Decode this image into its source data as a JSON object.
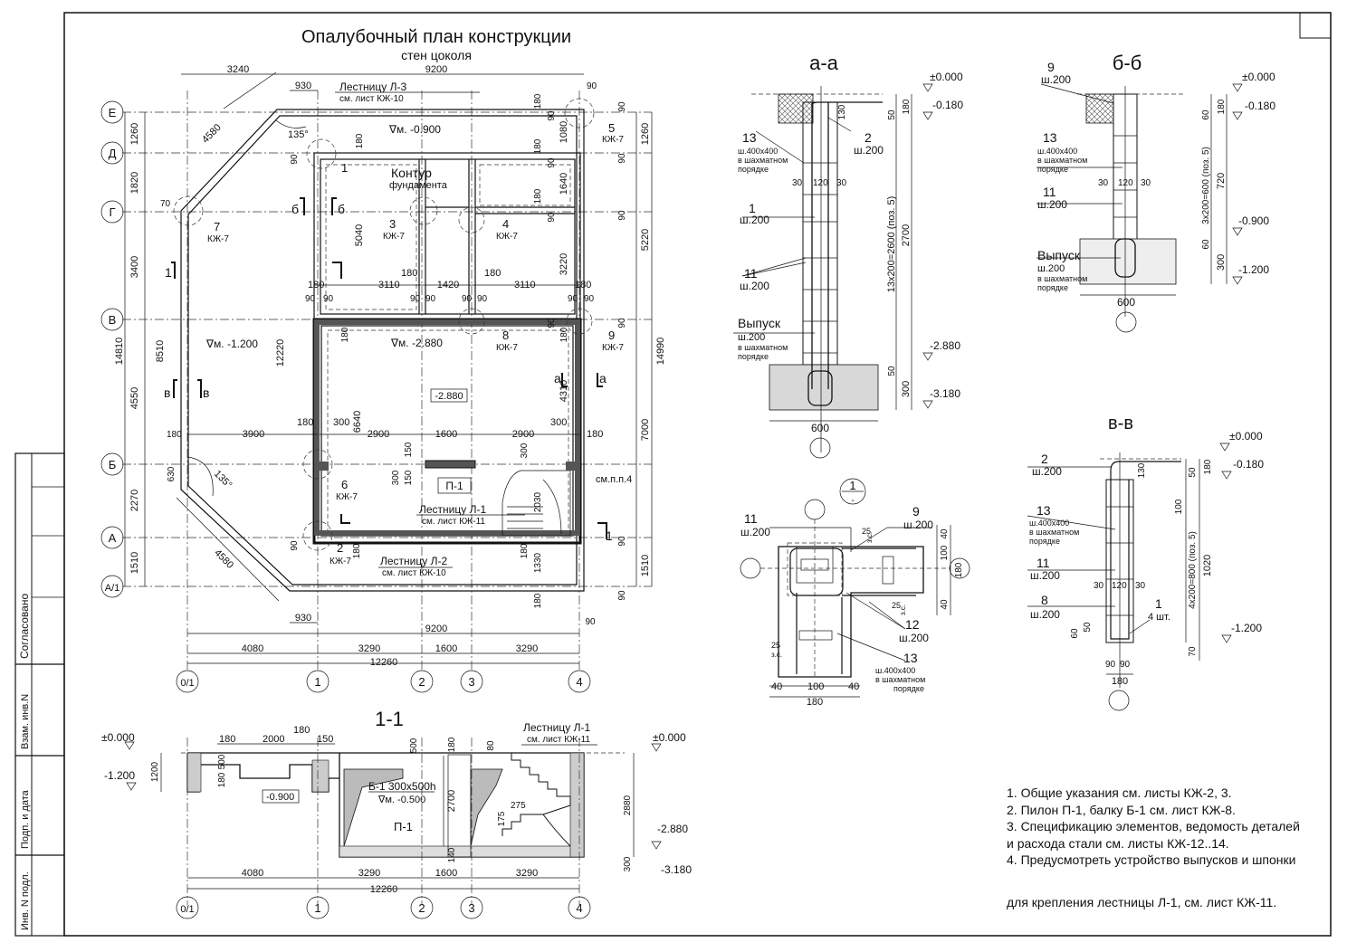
{
  "title": "Опалубочный план конструкции",
  "subtitle": "стен цоколя",
  "side_stamp": [
    "Согласовано",
    "Взам. инв.N",
    "Подп. и дата",
    "Инв. N подл."
  ],
  "sections": {
    "aa": "а-а",
    "bb": "б-б",
    "vv": "в-в",
    "s11": "1-1",
    "node": "1",
    "node_sub": "-"
  },
  "axes_rows": [
    "Е",
    "Д",
    "Г",
    "В",
    "Б",
    "А",
    "А/1"
  ],
  "axes_cols": [
    "0/1",
    "1",
    "2",
    "3",
    "4"
  ],
  "plan": {
    "dims_top": [
      "3240",
      "930",
      "9200"
    ],
    "dims_bottom": [
      "930",
      "9200",
      "4080",
      "3290",
      "1600",
      "3290",
      "12260",
      "90"
    ],
    "dims_left": [
      "1260",
      "1820",
      "3400",
      "14810",
      "8510",
      "4550",
      "2270",
      "1510",
      "70",
      "630",
      "180"
    ],
    "dims_right": [
      "1260",
      "5220",
      "14990",
      "7000",
      "1510",
      "90",
      "90",
      "90",
      "90",
      "90",
      "90",
      "90"
    ],
    "inner_dims": [
      "180",
      "3110",
      "1420",
      "3110",
      "180",
      "180",
      "90",
      "90",
      "90",
      "90",
      "90",
      "90",
      "90",
      "90",
      "3220",
      "5040",
      "1640",
      "1080",
      "180",
      "180",
      "12220",
      "6640",
      "4310",
      "3900",
      "2900",
      "1600",
      "2900",
      "300",
      "300",
      "180",
      "180",
      "150",
      "300",
      "150",
      "2030",
      "1330",
      "180",
      "180",
      "180",
      "180",
      "180",
      "180",
      "180",
      "180",
      "90",
      "90",
      "90",
      "90",
      "90",
      "90"
    ],
    "notes": [
      "Лестницу Л-3",
      "см. лист КЖ-10",
      "Лестницу Л-1",
      "см. лист КЖ-11",
      "Лестницу Л-2",
      "см. лист КЖ-10",
      "см.п.п.4",
      "Контур",
      "фундамента",
      "П-1"
    ],
    "levels": [
      "∇м. -0.900",
      "∇м. -2.880",
      "∇м. -1.200",
      "-2.880"
    ],
    "angles": [
      "135°",
      "135°"
    ],
    "diag_dims": [
      "4580",
      "4580"
    ],
    "marks": [
      {
        "n": "1",
        "ref": ""
      },
      {
        "n": "2",
        "ref": "КЖ-7"
      },
      {
        "n": "3",
        "ref": "КЖ-7"
      },
      {
        "n": "4",
        "ref": "КЖ-7"
      },
      {
        "n": "5",
        "ref": "КЖ-7"
      },
      {
        "n": "6",
        "ref": "КЖ-7"
      },
      {
        "n": "7",
        "ref": "КЖ-7"
      },
      {
        "n": "8",
        "ref": "КЖ-7"
      },
      {
        "n": "9",
        "ref": "КЖ-7"
      }
    ],
    "cut_marks": [
      "б",
      "б",
      "1",
      "1",
      "в",
      "в",
      "а",
      "а"
    ]
  },
  "section_aa": {
    "labels": [
      {
        "n": "13",
        "t": "ш.400х400"
      },
      {
        "n": "",
        "t": "в шахматном"
      },
      {
        "n": "",
        "t": "порядке"
      },
      {
        "n": "1",
        "t": "ш.200"
      },
      {
        "n": "11",
        "t": "ш.200"
      },
      {
        "n": "Выпуск",
        "t": "ш.200"
      },
      {
        "n": "",
        "t": "в шахматном"
      },
      {
        "n": "",
        "t": "порядке"
      },
      {
        "n": "2",
        "t": "ш.200"
      }
    ],
    "dims": [
      "30",
      "120",
      "30",
      "130",
      "50",
      "180",
      "2700",
      "13х200=2600 (поз. 5)",
      "50",
      "300",
      "600"
    ],
    "levels": [
      "±0.000",
      "-0.180",
      "-2.880",
      "-3.180"
    ]
  },
  "section_bb": {
    "labels": [
      "9",
      "ш.200",
      "13",
      "ш.400х400",
      "в шахматном",
      "порядке",
      "11",
      "ш.200",
      "Выпуск",
      "ш.200",
      "в шахматном",
      "порядке"
    ],
    "dims": [
      "30",
      "120",
      "30",
      "60",
      "180",
      "720",
      "3х200=600 (поз. 5)",
      "60",
      "300",
      "600"
    ],
    "levels": [
      "±0.000",
      "-0.180",
      "-0.900",
      "-1.200"
    ]
  },
  "section_vv": {
    "labels": [
      "2",
      "ш.200",
      "13",
      "ш.400х400",
      "в шахматном",
      "порядке",
      "11",
      "ш.200",
      "8",
      "ш.200",
      "1",
      "4 шт."
    ],
    "dims": [
      "130",
      "50",
      "180",
      "100",
      "4х200=800 (поз. 5)",
      "1020",
      "30",
      "120",
      "30",
      "60",
      "50",
      "70",
      "90",
      "90",
      "180"
    ],
    "levels": [
      "±0.000",
      "-0.180",
      "-1.200"
    ]
  },
  "node_detail": {
    "labels": [
      "11",
      "ш.200",
      "9",
      "ш.200",
      "12",
      "ш.200",
      "13",
      "ш.400х400",
      "в шахматном",
      "порядке"
    ],
    "dims": [
      "25",
      "з.с.",
      "40",
      "100",
      "180",
      "40",
      "25",
      "з.с.",
      "25",
      "з.с.",
      "40",
      "100",
      "40",
      "180"
    ]
  },
  "section_11": {
    "dims": [
      "180",
      "2000",
      "180",
      "150",
      "500",
      "180",
      "500",
      "180",
      "80",
      "1200",
      "2700",
      "2880",
      "275",
      "175",
      "140",
      "300",
      "4080",
      "3290",
      "1600",
      "3290",
      "12260"
    ],
    "levels": [
      "±0.000",
      "-1.200",
      "-0.900",
      "±0.000",
      "-2.880",
      "-3.180",
      "∇м. -0.500"
    ],
    "notes": [
      "Лестницу Л-1",
      "см. лист КЖ-11",
      "Б-1 300х500h",
      "П-1"
    ]
  },
  "general_notes": [
    "1. Общие указания см. листы КЖ-2, 3.",
    "2. Пилон П-1, балку Б-1 см. лист КЖ-8.",
    "3. Спецификацию элементов, ведомость деталей",
    "и расхода стали см. листы КЖ-12..14.",
    "4. Предусмотреть устройство выпусков и шпонки",
    "для крепления лестницы Л-1, см. лист КЖ-11."
  ]
}
